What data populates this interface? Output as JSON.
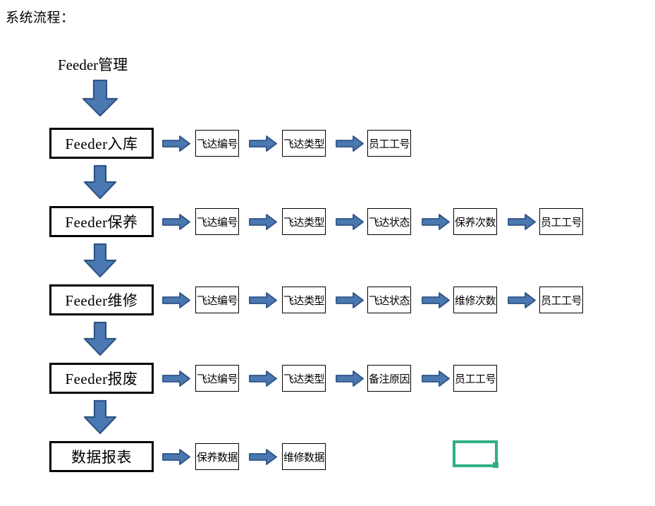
{
  "page": {
    "title": "系统流程：",
    "root_label": "Feeder管理",
    "background_color": "#ffffff"
  },
  "colors": {
    "arrow_fill": "#4A78B0",
    "arrow_stroke": "#2E5486",
    "box_border": "#000000",
    "selection_green": "#2EAF80",
    "text": "#000000"
  },
  "flow": {
    "rows": [
      {
        "id": "feeder-inbound",
        "main_label": "Feeder入库",
        "attributes": [
          "飞达编号",
          "飞达类型",
          "员工工号"
        ]
      },
      {
        "id": "feeder-maintenance",
        "main_label": "Feeder保养",
        "attributes": [
          "飞达编号",
          "飞达类型",
          "飞达状态",
          "保养次数",
          "员工工号"
        ]
      },
      {
        "id": "feeder-repair",
        "main_label": "Feeder维修",
        "attributes": [
          "飞达编号",
          "飞达类型",
          "飞达状态",
          "维修次数",
          "员工工号"
        ]
      },
      {
        "id": "feeder-scrap",
        "main_label": "Feeder报废",
        "attributes": [
          "飞达编号",
          "飞达类型",
          "备注原因",
          "员工工号"
        ]
      },
      {
        "id": "data-report",
        "main_label": "数据报表",
        "attributes": [
          "保养数据",
          "维修数据"
        ]
      }
    ]
  },
  "icons": {
    "arrow_right": "arrow-right-icon",
    "arrow_down": "arrow-down-icon",
    "selection_handle": "resize-handle-icon"
  },
  "selection": {
    "empty_shape_label": ""
  }
}
